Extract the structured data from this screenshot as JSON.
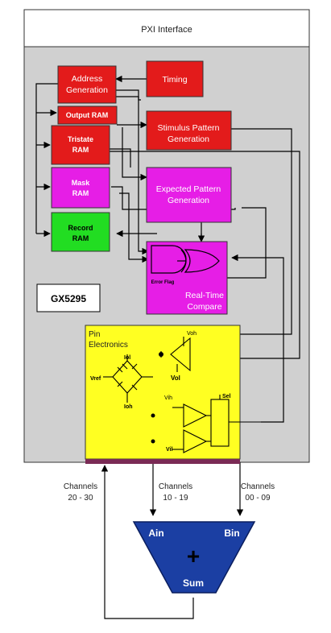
{
  "header": {
    "title": "PXI Interface"
  },
  "blocks": {
    "address": {
      "line1": "Address",
      "line2": "Generation"
    },
    "timing": {
      "label": "Timing"
    },
    "output_ram": {
      "label": "Output RAM"
    },
    "tristate": {
      "line1": "Tristate",
      "line2": "RAM"
    },
    "mask": {
      "line1": "Mask",
      "line2": "RAM"
    },
    "record": {
      "line1": "Record",
      "line2": "RAM"
    },
    "stimulus": {
      "line1": "Stimulus Pattern",
      "line2": "Generation"
    },
    "expected": {
      "line1": "Expected Pattern",
      "line2": "Generation"
    },
    "compare": {
      "line1": "Real-Time",
      "line2": "Compare",
      "error_flag": "Error Flag"
    }
  },
  "model_label": "GX5295",
  "pin_electronics": {
    "line1": "Pin",
    "line2": "Electronics",
    "voh": "Voh",
    "vol": "Vol",
    "vih": "Vih",
    "vil": "Vil",
    "iol": "Iol",
    "ioh": "Ioh",
    "vref": "Vref",
    "sel": "Sel"
  },
  "channels": [
    {
      "line1": "Channels",
      "line2": "20 - 30"
    },
    {
      "line1": "Channels",
      "line2": "10 - 19"
    },
    {
      "line1": "Channels",
      "line2": "00 - 09"
    }
  ],
  "summer": {
    "ain": "Ain",
    "bin": "Bin",
    "plus": "+",
    "sum": "Sum"
  },
  "colors": {
    "red": "#e31b1b",
    "magenta": "#e61ee6",
    "green": "#22dd22",
    "yellow": "#ffff22",
    "panel": "#d0d0d0",
    "bus": "#7a2a55",
    "summer": "#1b3fa3"
  }
}
